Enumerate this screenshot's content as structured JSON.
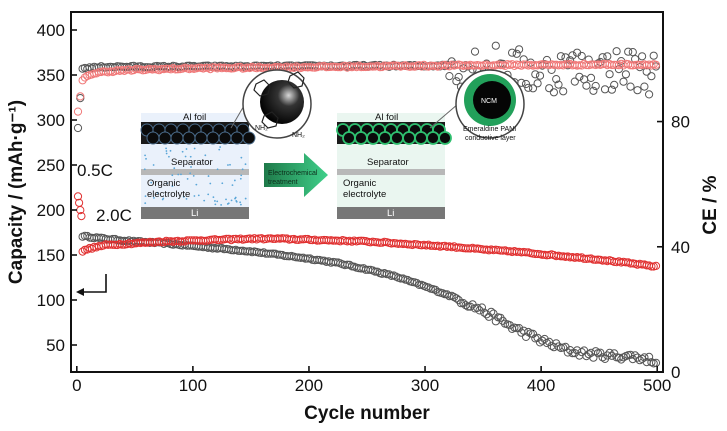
{
  "chart_data": {
    "type": "scatter",
    "xlabel": "Cycle number",
    "ylabel_left": "Capacity / (mAh·g⁻¹)",
    "ylabel_right": "CE / %",
    "xlim": [
      -5,
      505
    ],
    "ylim_left": [
      20,
      420
    ],
    "ylim_right": [
      0,
      115
    ],
    "x_ticks": [
      0,
      100,
      200,
      300,
      400,
      500
    ],
    "y_ticks_left": [
      50,
      100,
      150,
      200,
      250,
      300,
      350,
      400
    ],
    "y_ticks_right": [
      0,
      40,
      80
    ],
    "annotations": [
      "0.5C",
      "2.0C"
    ],
    "series": [
      {
        "role": "capacity-pristine",
        "axis": "left",
        "color": "#555555",
        "x": [
          5,
          25,
          50,
          75,
          100,
          125,
          150,
          175,
          200,
          225,
          250,
          275,
          300,
          325,
          350,
          375,
          400,
          420,
          440,
          460,
          480,
          500
        ],
        "y": [
          171,
          168,
          165,
          163,
          160,
          157,
          154,
          150,
          146,
          141,
          134,
          126,
          115,
          103,
          88,
          70,
          55,
          45,
          40,
          38,
          37,
          32
        ]
      },
      {
        "role": "capacity-coated",
        "axis": "left",
        "color": "#e03030",
        "x": [
          5,
          10,
          25,
          50,
          75,
          100,
          125,
          150,
          175,
          200,
          225,
          250,
          275,
          300,
          325,
          350,
          375,
          400,
          425,
          450,
          475,
          500
        ],
        "y": [
          154,
          157,
          161,
          163,
          165,
          166,
          167,
          168,
          168,
          167,
          166,
          165,
          163,
          161,
          159,
          156,
          154,
          151,
          148,
          145,
          141,
          137
        ]
      },
      {
        "role": "ce-pristine",
        "axis": "right",
        "color": "#555555",
        "x": [
          1,
          5,
          25,
          50,
          75,
          100,
          150,
          200,
          250,
          300,
          330,
          350,
          375,
          400,
          425,
          450,
          475,
          500
        ],
        "y": [
          78,
          97,
          97.5,
          97.5,
          97.5,
          97.6,
          97.6,
          97.7,
          97.8,
          97.8,
          98,
          98.5,
          97,
          95,
          97,
          96,
          97,
          95
        ]
      },
      {
        "role": "ce-coated",
        "axis": "right",
        "color": "#f07878",
        "x": [
          1,
          3,
          5,
          10,
          25,
          50,
          100,
          150,
          200,
          250,
          300,
          350,
          400,
          450,
          500
        ],
        "y": [
          83,
          88,
          93,
          95,
          96,
          96.5,
          97,
          97.2,
          97.4,
          97.6,
          97.8,
          98,
          98.1,
          98.2,
          98.2
        ]
      },
      {
        "role": "capacity-0.5C-initial",
        "axis": "left",
        "color": "#e03030",
        "x": [
          1,
          2,
          3,
          4
        ],
        "y": [
          215,
          208,
          200,
          193
        ]
      }
    ],
    "inset": {
      "left_panel": {
        "top_label": "Al foil",
        "nh_labels": [
          "NH₂",
          "NH₂"
        ],
        "separator_label": "Separator",
        "electrolyte_label": "Organic\nelectrolyte",
        "bottom_label": "Li"
      },
      "arrow_label": "Electrochemical\ntreatment",
      "right_panel": {
        "top_label": "Al foil",
        "core_label": "NCM",
        "layer_label": "Emeraldine PANI\nconductive layer",
        "separator_label": "Separator",
        "electrolyte_label": "Organic\nelectrolyte",
        "bottom_label": "Li"
      }
    }
  }
}
